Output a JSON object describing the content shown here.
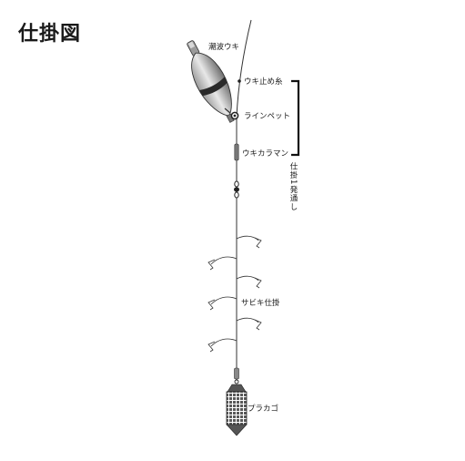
{
  "title": "仕掛図",
  "labels": {
    "float": "潮波ウキ",
    "float_stopper": "ウキ止め糸",
    "line_pet": "ラインペット",
    "float_keeper": "ウキカラマン",
    "bracket_note": "仕掛1発通し",
    "sabiki": "サビキ仕掛",
    "basket": "プラカゴ"
  }
}
